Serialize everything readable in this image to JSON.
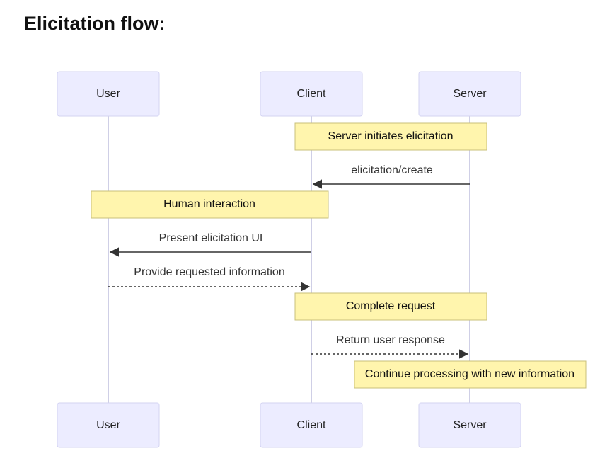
{
  "title": "Elicitation flow:",
  "colors": {
    "actor_fill": "#ececff",
    "actor_border": "#d3d3f2",
    "lifeline": "#cfcfe6",
    "note_fill": "#fff5ad",
    "note_border": "#c9c07a",
    "message": "#333333"
  },
  "actors": [
    {
      "id": "user",
      "label": "User"
    },
    {
      "id": "client",
      "label": "Client"
    },
    {
      "id": "server",
      "label": "Server"
    }
  ],
  "notes": [
    {
      "label": "Server initiates elicitation",
      "from": "client",
      "to": "server"
    },
    {
      "label": "Human interaction",
      "from": "user",
      "to": "client"
    },
    {
      "label": "Complete request",
      "from": "client",
      "to": "server"
    },
    {
      "label": "Continue processing with new information",
      "over": "server"
    }
  ],
  "messages": [
    {
      "label": "elicitation/create",
      "from": "server",
      "to": "client",
      "style": "solid"
    },
    {
      "label": "Present elicitation UI",
      "from": "client",
      "to": "user",
      "style": "solid"
    },
    {
      "label": "Provide requested information",
      "from": "user",
      "to": "client",
      "style": "dotted"
    },
    {
      "label": "Return user response",
      "from": "client",
      "to": "server",
      "style": "dotted"
    }
  ]
}
